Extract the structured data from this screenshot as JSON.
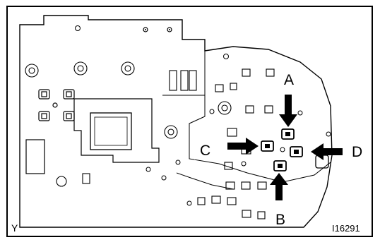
{
  "figure": {
    "corner_mark": "Y",
    "figure_id": "I16291",
    "callouts": [
      "A",
      "B",
      "C",
      "D"
    ]
  },
  "colors": {
    "line": "#000000",
    "background": "#ffffff"
  }
}
